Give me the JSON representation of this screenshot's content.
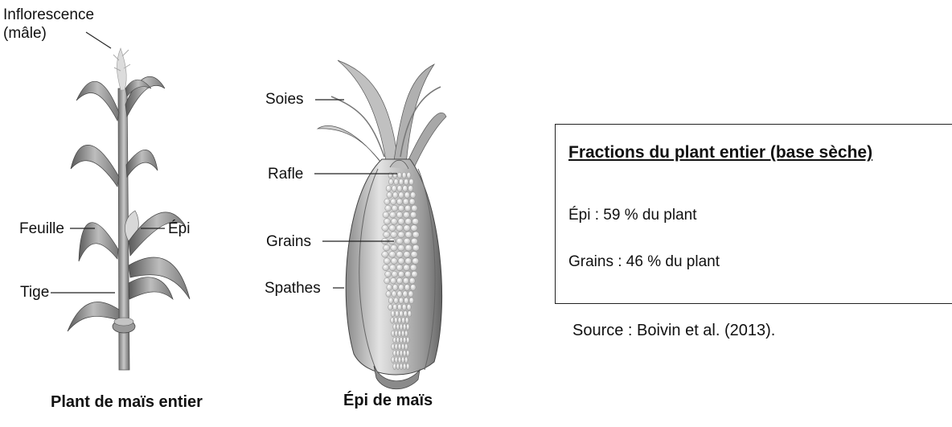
{
  "plant": {
    "labels": {
      "inflorescence": "Inflorescence",
      "inflorescence_sub": "(mâle)",
      "feuille": "Feuille",
      "epi": "Épi",
      "tige": "Tige"
    },
    "caption": "Plant de maïs entier"
  },
  "ear": {
    "labels": {
      "soies": "Soies",
      "rafle": "Rafle",
      "grains": "Grains",
      "spathes": "Spathes"
    },
    "caption": "Épi de maïs"
  },
  "infobox": {
    "title": "Fractions du plant entier (base sèche)",
    "line1": "Épi : 59 % du plant",
    "line2": "Grains : 46 % du plant"
  },
  "source": "Source : Boivin et al. (2013)."
}
